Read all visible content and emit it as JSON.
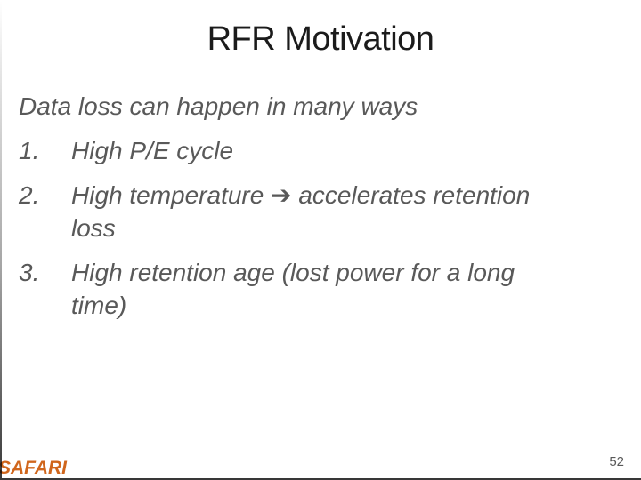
{
  "slide": {
    "title": "RFR Motivation",
    "intro": "Data loss can happen in many ways",
    "list": [
      {
        "number": "1.",
        "lines": [
          "High P/E cycle"
        ]
      },
      {
        "number": "2.",
        "lines": [
          "High temperature ➔ accelerates retention",
          "loss"
        ]
      },
      {
        "number": "3.",
        "lines": [
          "High retention age (lost power for a long",
          "time)"
        ]
      }
    ],
    "logo": "SAFARI",
    "page_number": "52"
  },
  "colors": {
    "title_text": "#1b1b1b",
    "body_text": "#595959",
    "logo_orange": "#d0661c",
    "page_number_gray": "#595959",
    "edge_line_dark": "#383838",
    "background": "#ffffff"
  }
}
